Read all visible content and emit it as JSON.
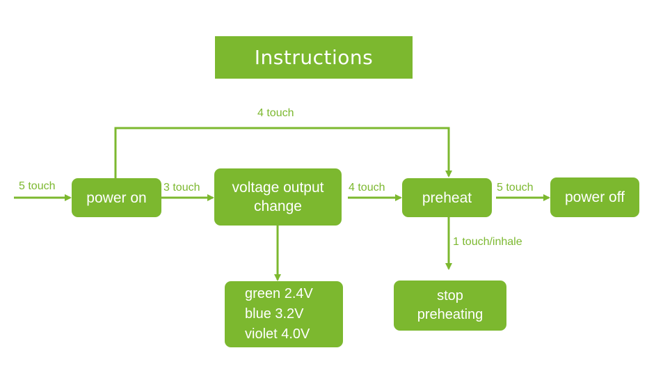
{
  "title": "Instructions",
  "colors": {
    "accent": "#7cb82f",
    "text_on_accent": "#ffffff"
  },
  "nodes": {
    "power_on": "power on",
    "voltage_change": [
      "voltage output",
      "change"
    ],
    "preheat": "preheat",
    "power_off": "power off",
    "voltage_list": [
      "green 2.4V",
      "blue 3.2V",
      "violet 4.0V"
    ],
    "stop_preheating": [
      "stop",
      "preheating"
    ]
  },
  "edges": {
    "entry": "5 touch",
    "on_to_voltage": "3 touch",
    "voltage_to_preheat": "4 touch",
    "preheat_to_off": "5 touch",
    "on_to_preheat_loop": "4 touch",
    "preheat_to_stop": "1 touch/inhale"
  }
}
